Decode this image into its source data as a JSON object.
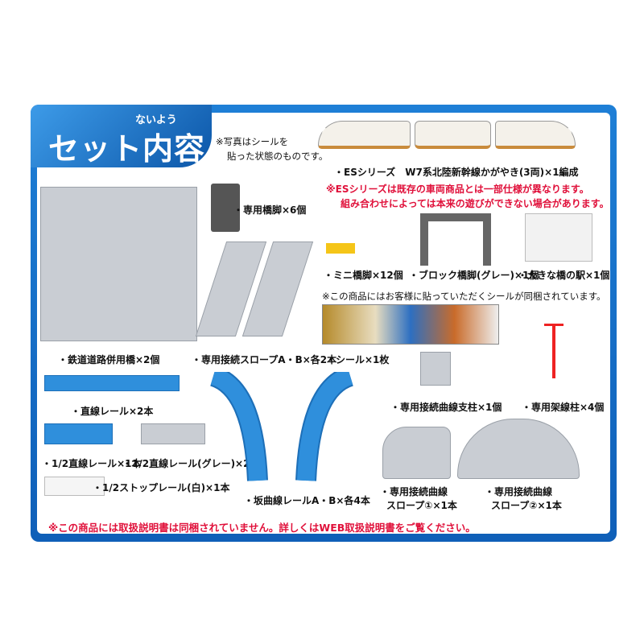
{
  "header": {
    "title": "セット内容",
    "title_ruby": "ないよう"
  },
  "photo_note": [
    "※写真はシールを",
    "貼った状態のものです。"
  ],
  "train": {
    "label": "・ESシリーズ　W7系北陸新幹線かがやき(3両)×1編成",
    "notes": [
      "※ESシリーズは既存の車両商品とは一部仕様が異なります。",
      "組み合わせによっては本来の遊びができない場合があります。"
    ]
  },
  "items": {
    "bridge": "・鉄道道路併用橋×2個",
    "pier": "・専用橋脚×6個",
    "slope_ab": "・専用接続スロープA・B×各2本",
    "mini_pier": "・ミニ橋脚×12個",
    "block_pier": "・ブロック橋脚(グレー)×1個",
    "station": "・大きな橋の駅×1個",
    "sticker_note": "※この商品にはお客様に貼っていただくシールが同梱されています。",
    "sticker": "・シール×1枚",
    "curve_support": "・専用接続曲線支柱×1個",
    "pole": "・専用架線柱×4個",
    "straight": "・直線レール×2本",
    "half": "・1/2直線レール×1本",
    "half_gray": "・1/2直線レール(グレー)×2本",
    "stop": "・1/2ストップレール(白)×1本",
    "slope_curve": "・坂曲線レールA・B×各4本",
    "slope1": [
      "・専用接続曲線",
      "スロープ①×1本"
    ],
    "slope2": [
      "・専用接続曲線",
      "スロープ②×1本"
    ]
  },
  "footer_note": "※この商品には取扱説明書は同梱されていません。詳しくはWEB取扱説明書をご覧ください。",
  "colors": {
    "frame": "#1e7fd6",
    "rail_blue": "#2f8fdc",
    "note_red": "#e0103a"
  }
}
